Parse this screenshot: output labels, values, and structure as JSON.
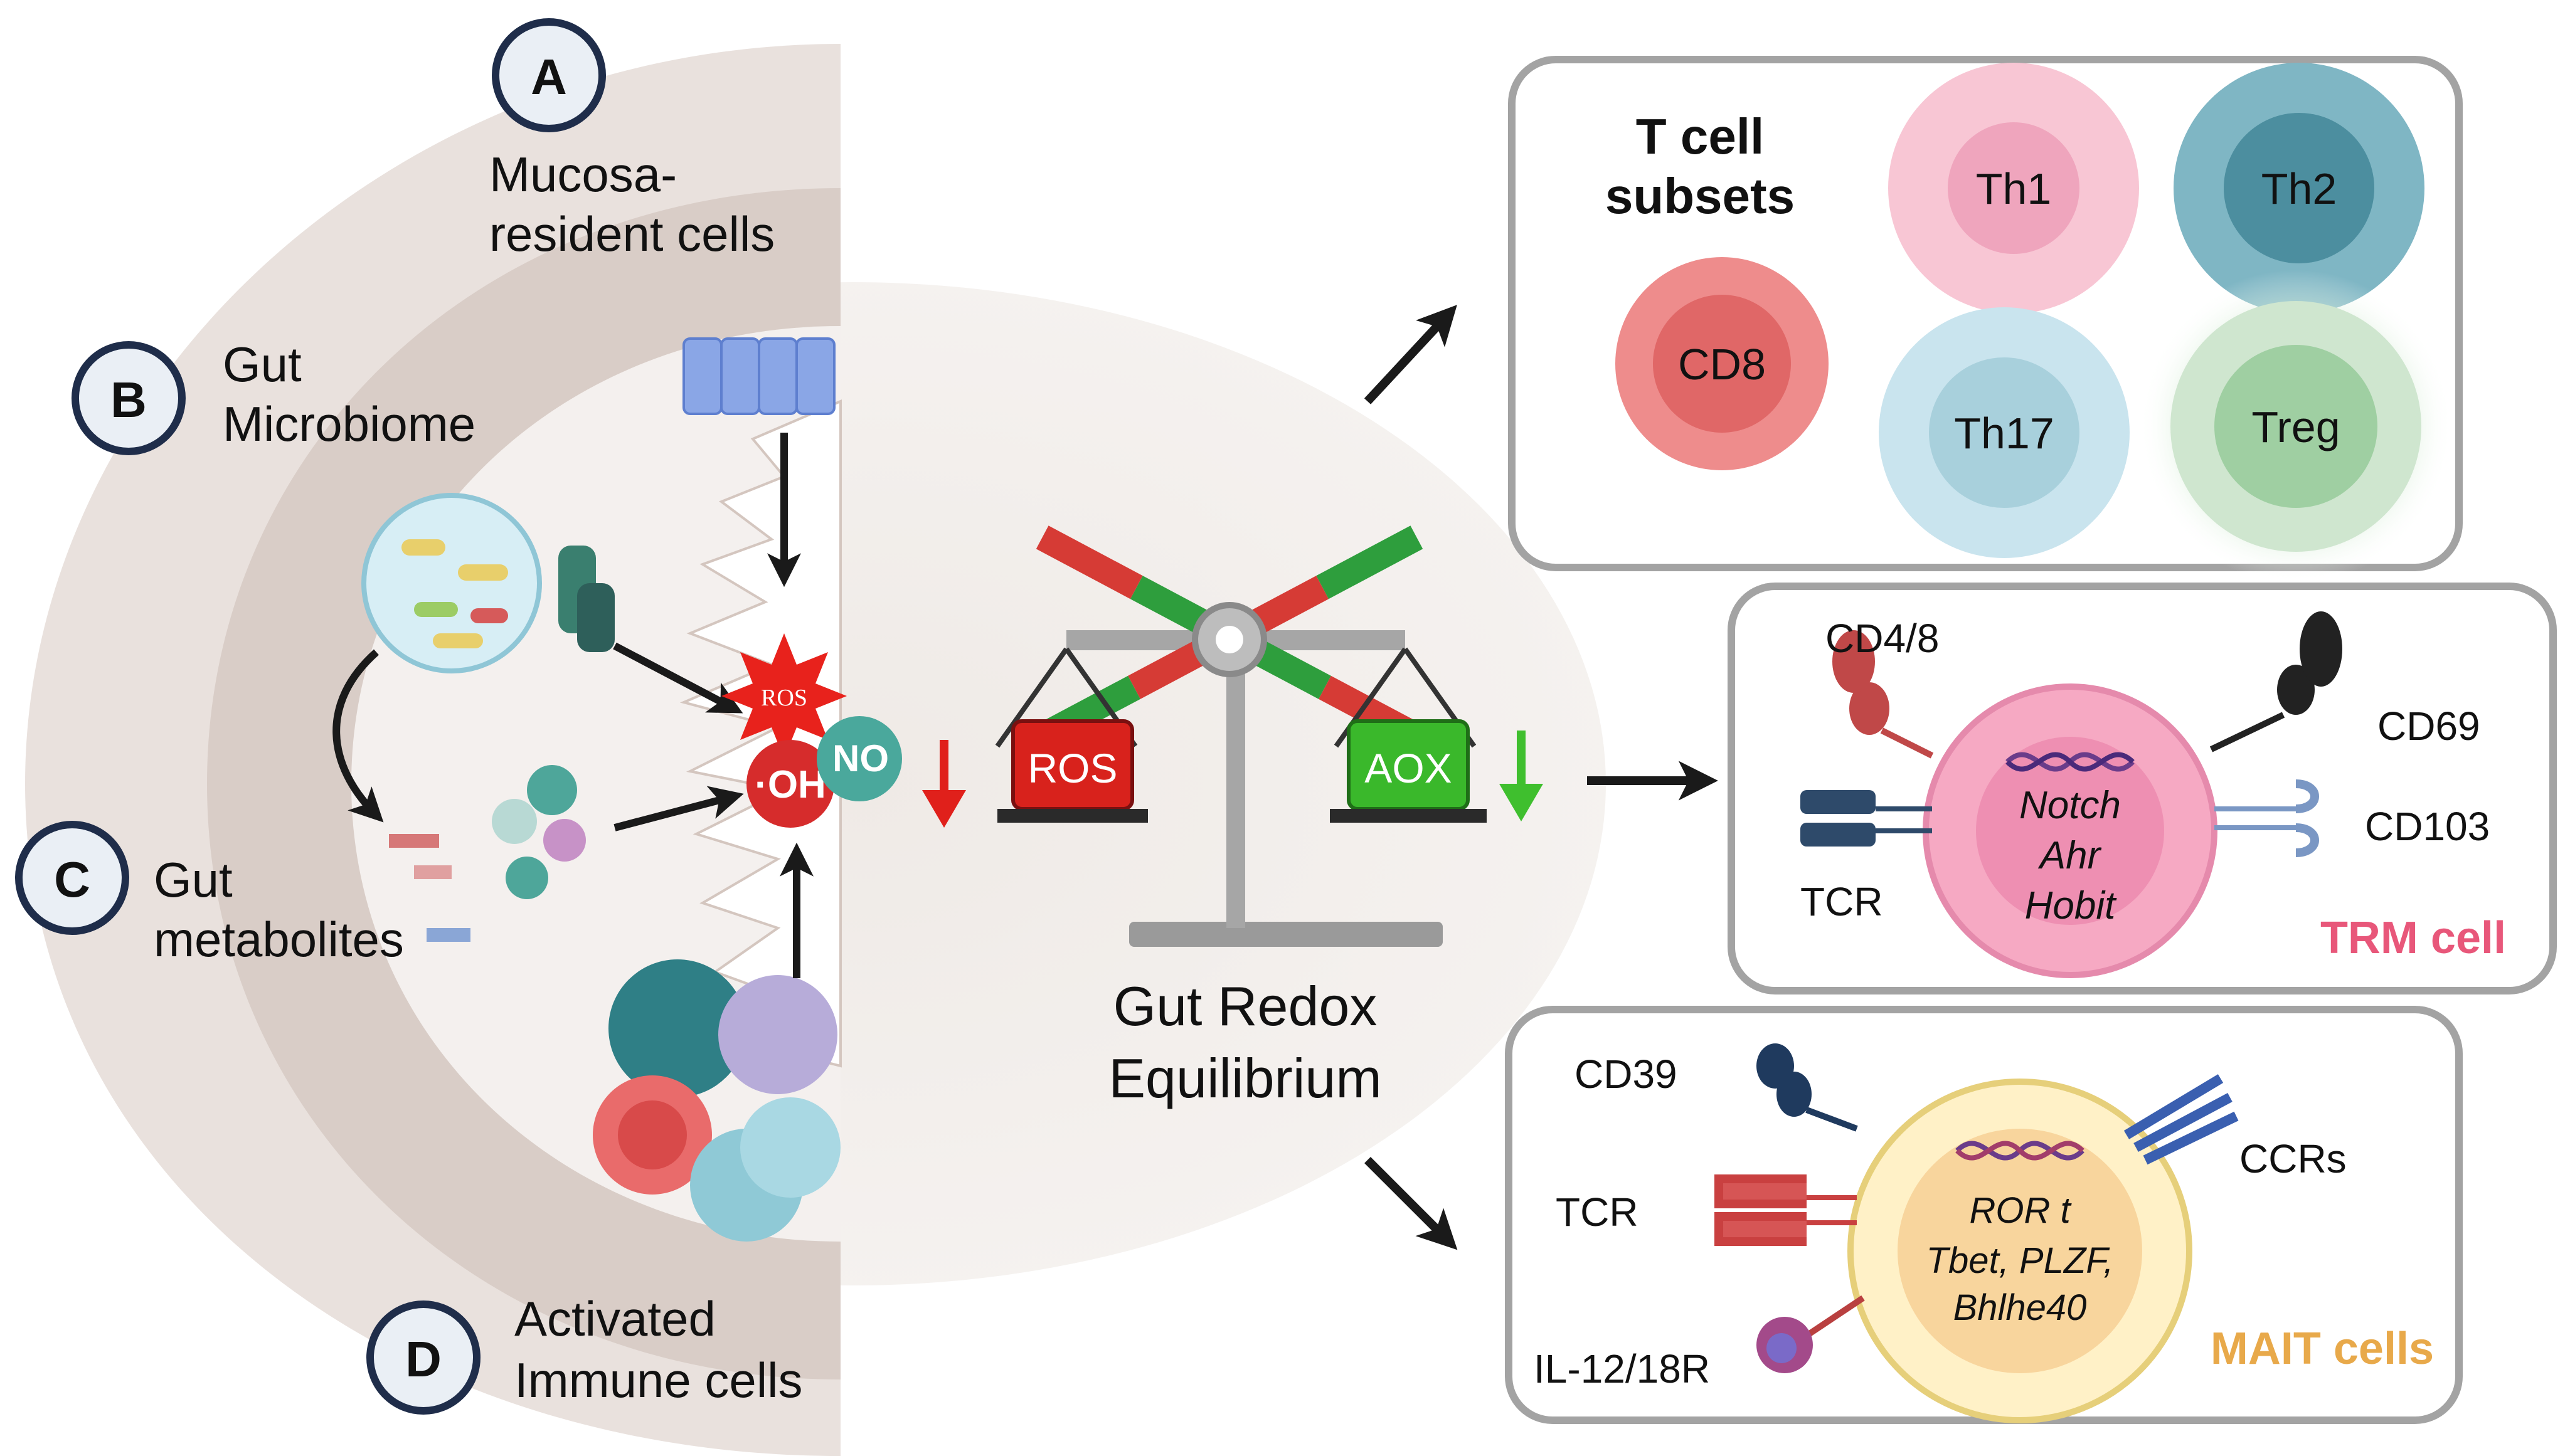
{
  "panels": {
    "A": {
      "letter": "A",
      "label_lines": [
        "Mucosa-",
        "resident cells"
      ]
    },
    "B": {
      "letter": "B",
      "label_lines": [
        "Gut",
        "Microbiome"
      ]
    },
    "C": {
      "letter": "C",
      "label_lines": [
        "Gut",
        "metabolites"
      ]
    },
    "D": {
      "letter": "D",
      "label_lines": [
        "Activated",
        "Immune cells"
      ]
    }
  },
  "radicals": {
    "ros": "ROS",
    "no": "NO",
    "oh": "·OH"
  },
  "balance": {
    "left_pan": "ROS",
    "right_pan": "AOX",
    "title_lines": [
      "Gut Redox",
      "Equilibrium"
    ],
    "colors": {
      "ros": "#e0201b",
      "aox": "#3fbf2e",
      "ros_arrow": "#e0201b",
      "aox_arrow": "#3fbf2e"
    }
  },
  "t_cell_subsets": {
    "title_lines": [
      "T cell",
      "subsets"
    ],
    "cells": [
      {
        "id": "cd8",
        "label": "CD8",
        "color": "#e57373"
      },
      {
        "id": "th1",
        "label": "Th1",
        "color": "#f5b6c8"
      },
      {
        "id": "th2",
        "label": "Th2",
        "color": "#6fa8b8"
      },
      {
        "id": "th17",
        "label": "Th17",
        "color": "#b9dbe6"
      },
      {
        "id": "treg",
        "label": "Treg",
        "color": "#a7d3a8"
      }
    ]
  },
  "trm": {
    "title": "TRM cell",
    "title_color": "#e8577a",
    "genes": [
      "Notch",
      "Ahr",
      "Hobit"
    ],
    "receptors": {
      "cd48": "CD4/8",
      "tcr": "TCR",
      "cd69": "CD69",
      "cd103": "CD103"
    }
  },
  "mait": {
    "title": "MAIT cells",
    "title_color": "#e8a94a",
    "genes": [
      "ROR  t",
      "Tbet, PLZF,",
      "Bhlhe40"
    ],
    "receptors": {
      "cd39": "CD39",
      "tcr": "TCR",
      "il": "IL-12/18R",
      "ccrs": "CCRs"
    }
  }
}
